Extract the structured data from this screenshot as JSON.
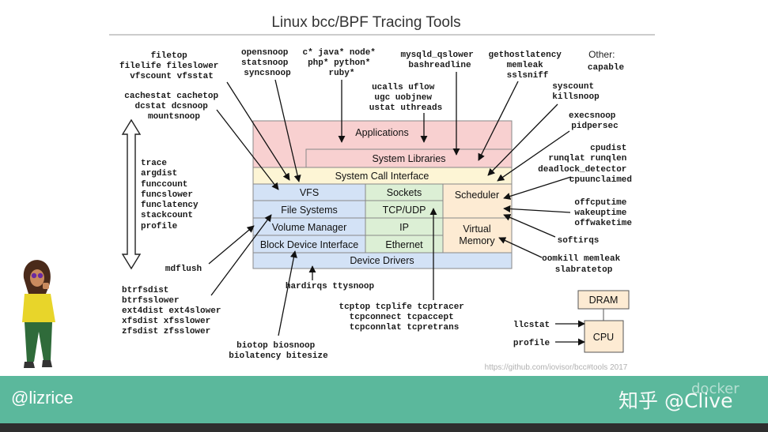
{
  "title": "Linux bcc/BPF Tracing Tools",
  "source": "https://github.com/iovisor/bcc#tools 2017",
  "handle": "@lizrice",
  "watermark": "知乎 @Clive",
  "watermark_overlay": "docker",
  "colors": {
    "applications": "#f8d0d0",
    "syscall": "#fdf5d5",
    "blue": "#d3e2f6",
    "green": "#dcefd5",
    "peach": "#fdebd3",
    "footer": "#5bb89c",
    "arrow": "#111111"
  },
  "stack": {
    "applications": "Applications",
    "system_libraries": "System Libraries",
    "syscall": "System Call Interface",
    "vfs": "VFS",
    "file_systems": "File Systems",
    "volume_manager": "Volume Manager",
    "block_device": "Block Device Interface",
    "sockets": "Sockets",
    "tcp_udp": "TCP/UDP",
    "ip": "IP",
    "ethernet": "Ethernet",
    "scheduler": "Scheduler",
    "virtual_memory_1": "Virtual",
    "virtual_memory_2": "Memory",
    "device_drivers": "Device Drivers"
  },
  "hw": {
    "dram": "DRAM",
    "cpu": "CPU"
  },
  "tools": {
    "fs_top": [
      "filetop",
      "filelife fileslower",
      "vfscount vfsstat"
    ],
    "cache": [
      "cachestat cachetop",
      "dcstat dcsnoop",
      "mountsnoop"
    ],
    "generic": [
      "trace",
      "argdist",
      "funccount",
      "funcslower",
      "funclatency",
      "stackcount",
      "profile"
    ],
    "mdflush": "mdflush",
    "fs_slow": [
      "btrfsdist",
      "btrfsslower",
      "ext4dist ext4slower",
      "xfsdist xfsslower",
      "zfsdist zfsslower"
    ],
    "bio": [
      "biotop biosnoop",
      "biolatency bitesize"
    ],
    "hardirqs": "hardirqs ttysnoop",
    "tcp": [
      "tcptop tcplife tcptracer",
      "tcpconnect tcpaccept",
      "tcpconnlat tcpretrans"
    ],
    "snoop": [
      "opensnoop",
      "statsnoop",
      "syncsnoop"
    ],
    "lang": [
      "c* java* node*",
      "php* python*",
      "ruby*"
    ],
    "mysql": [
      "mysqld_qslower",
      "bashreadline"
    ],
    "ucalls": [
      "ucalls uflow",
      "ugc uobjnew",
      "ustat uthreads"
    ],
    "gethost": [
      "gethostlatency",
      "memleak",
      "sslsniff"
    ],
    "other": [
      "Other:",
      "capable"
    ],
    "syscount": [
      "syscount",
      "killsnoop"
    ],
    "exec": [
      "execsnoop",
      "pidpersec"
    ],
    "cpu": [
      "cpudist",
      "runqlat runqlen",
      "deadlock_detector",
      "cpuunclaimed"
    ],
    "offcpu": [
      "offcputime",
      "wakeuptime",
      "offwaketime"
    ],
    "softirqs": "softirqs",
    "oom": [
      "oomkill memleak",
      "slabratetop"
    ],
    "llcstat": "llcstat",
    "profile_hw": "profile"
  }
}
